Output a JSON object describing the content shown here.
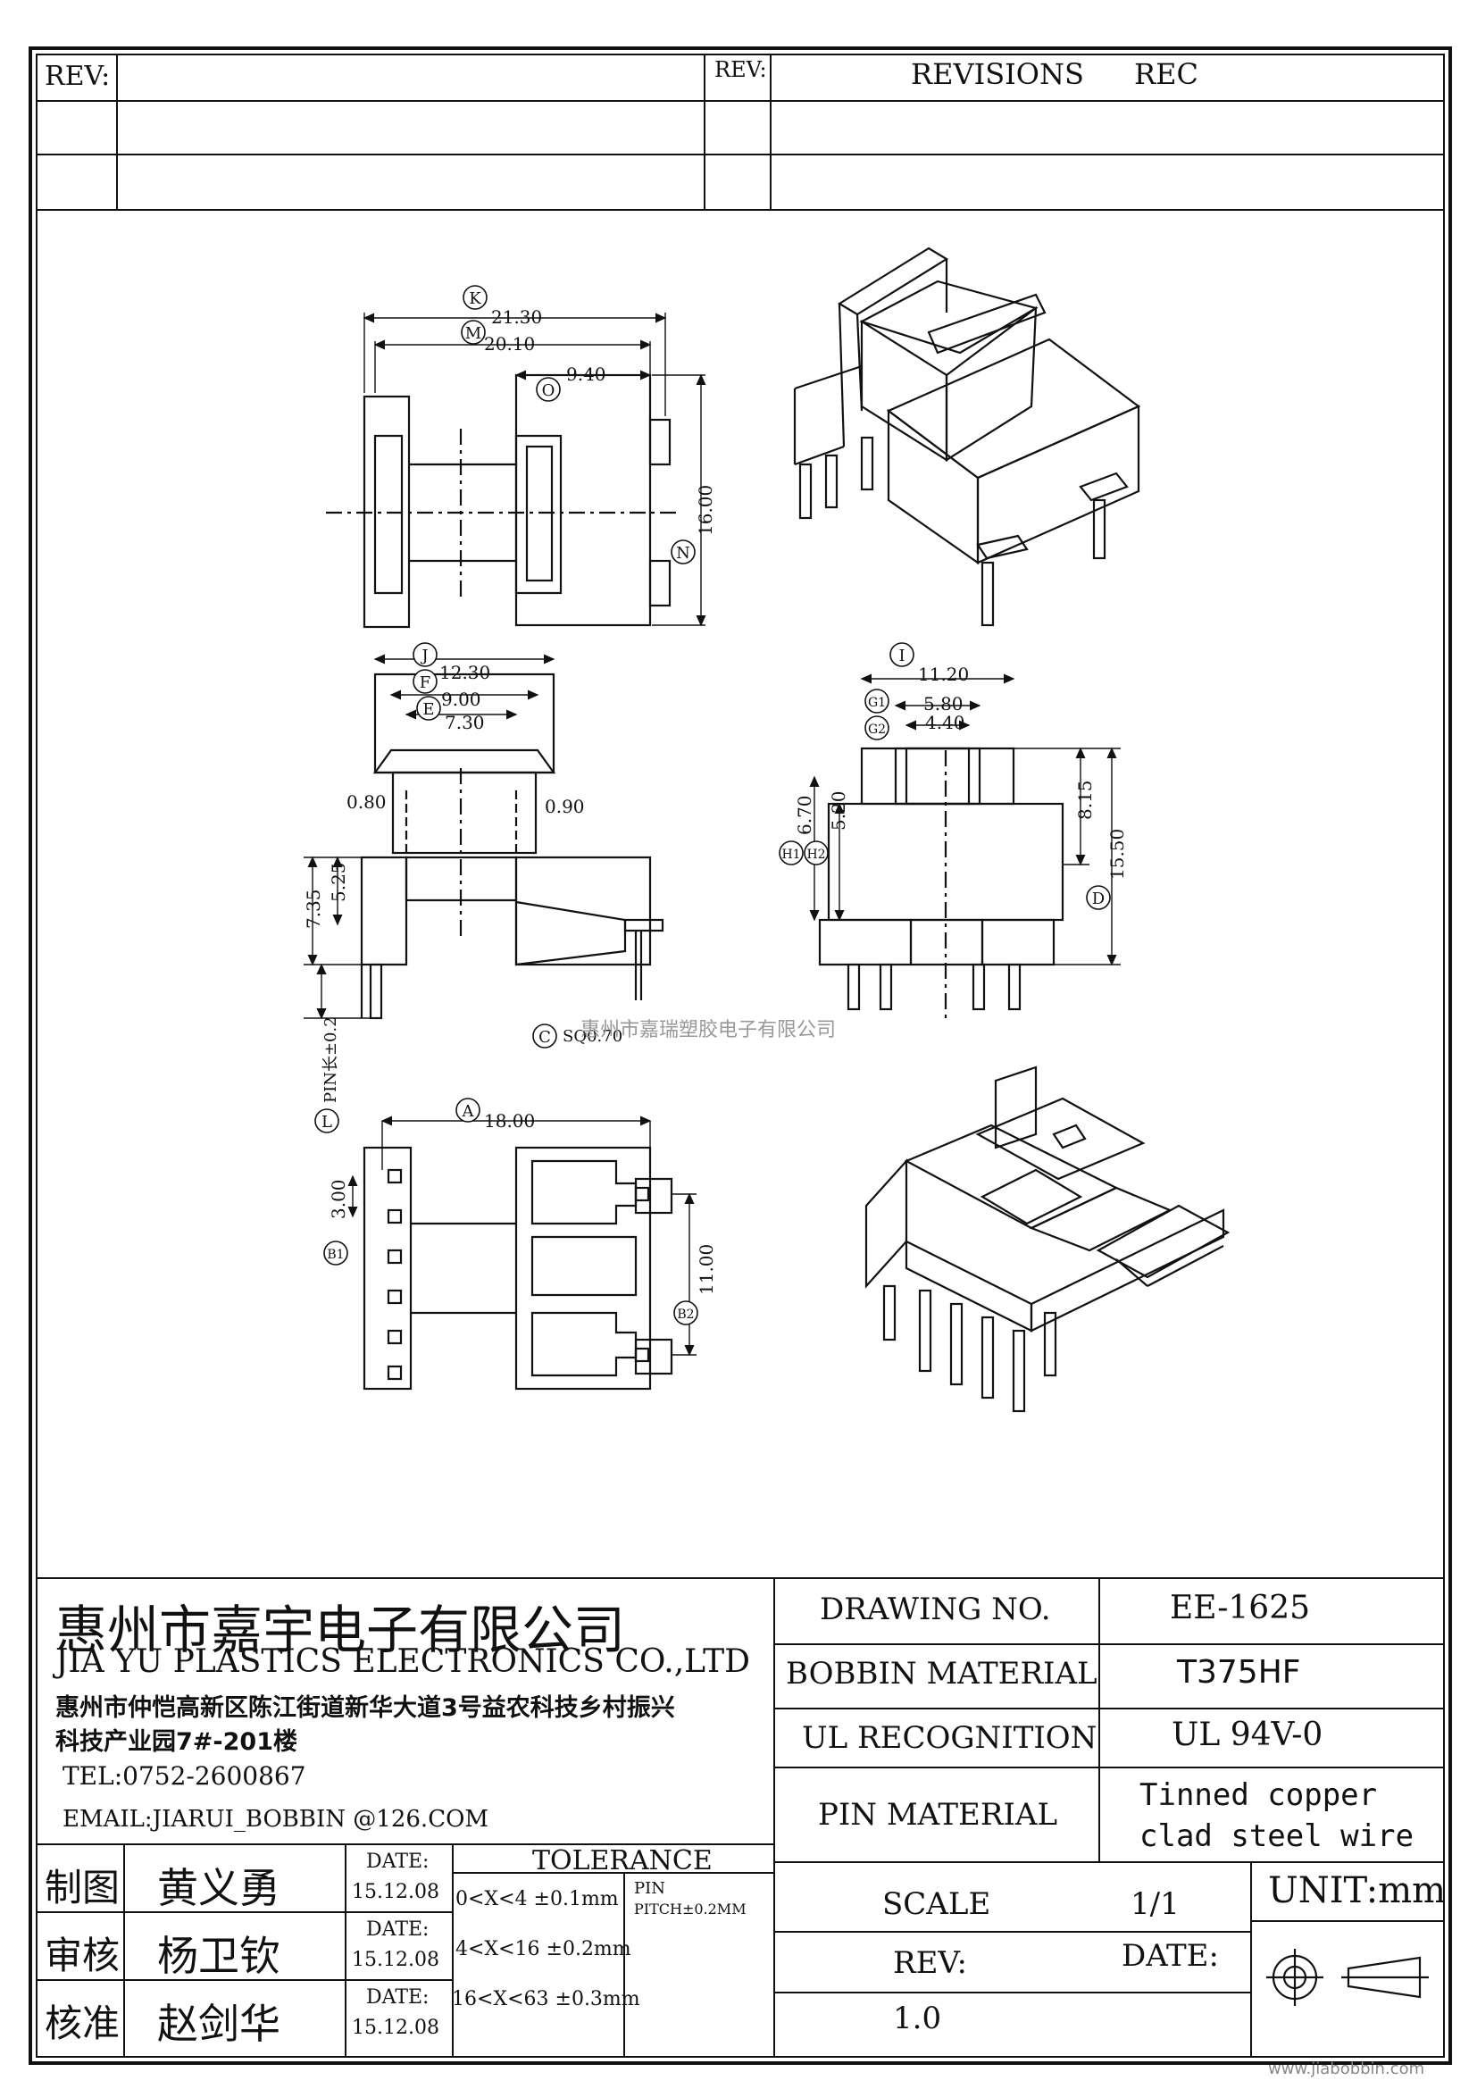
{
  "revision_block": {
    "rev_label_left": "REV:",
    "rev_label_right": "REV:",
    "revisions_header": "REVISIONS",
    "rec_header": "REC"
  },
  "dimensions": {
    "K": {
      "tag": "K",
      "value": "21.30"
    },
    "M": {
      "tag": "M",
      "value": "20.10"
    },
    "O": {
      "tag": "O",
      "value": "9.40"
    },
    "N": {
      "tag": "N",
      "value": "16.00"
    },
    "J": {
      "tag": "J",
      "value": "12.30"
    },
    "F": {
      "tag": "F",
      "value": "9.00"
    },
    "E": {
      "tag": "E",
      "value": "7.30"
    },
    "flange_left": "0.80",
    "flange_right": "0.90",
    "height_left_outer": "7.35",
    "height_left_inner": "5.25",
    "L": {
      "tag": "L",
      "value": "PIN长±0.2"
    },
    "C": {
      "tag": "C",
      "value": "SQ0.70"
    },
    "I": {
      "tag": "I",
      "value": "11.20"
    },
    "G1": {
      "tag": "G1",
      "value": "5.80"
    },
    "G2": {
      "tag": "G2",
      "value": "4.40"
    },
    "H1": {
      "tag": "H1",
      "value": "6.70"
    },
    "H2": {
      "tag": "H2",
      "value": "5.20"
    },
    "height_right_inner": "8.15",
    "D": {
      "tag": "D",
      "value": "15.50"
    },
    "A": {
      "tag": "A",
      "value": "18.00"
    },
    "B1": {
      "tag": "B1",
      "value": "3.00"
    },
    "B2": {
      "tag": "B2",
      "value": "11.00"
    }
  },
  "watermark": "惠州市嘉瑞塑胶电子有限公司",
  "company": {
    "name_cn": "惠州市嘉宇电子有限公司",
    "name_en": "JIA YU PLASTICS ELECTRONICS CO.,LTD",
    "address_line1": "惠州市仲恺高新区陈江街道新华大道3号益农科技乡村振兴",
    "address_line2": "科技产业园7#-201楼",
    "tel": "TEL:0752-2600867",
    "email": "EMAIL:JIARUI_BOBBIN @126.COM"
  },
  "specs": {
    "drawing_no_label": "DRAWING NO.",
    "drawing_no": "EE-1625",
    "bobbin_material_label": "BOBBIN MATERIAL",
    "bobbin_material": "T375HF",
    "ul_label": "UL RECOGNITION",
    "ul_value": "UL 94V-0",
    "pin_material_label": "PIN MATERIAL",
    "pin_material_line1": "Tinned copper",
    "pin_material_line2": "clad steel wire",
    "scale_label": "SCALE",
    "scale_value": "1/1",
    "unit": "UNIT:mm",
    "rev_label": "REV:",
    "rev_value": "1.0",
    "date_label": "DATE:"
  },
  "signoffs": [
    {
      "role": "制图",
      "name": "黄义勇",
      "date_label": "DATE:",
      "date": "15.12.08"
    },
    {
      "role": "审核",
      "name": "杨卫钦",
      "date_label": "DATE:",
      "date": "15.12.08"
    },
    {
      "role": "核准",
      "name": "赵剑华",
      "date_label": "DATE:",
      "date": "15.12.08"
    }
  ],
  "tolerance": {
    "title": "TOLERANCE",
    "rows": [
      "0<X<4 ±0.1mm",
      "4<X<16 ±0.2mm",
      "16<X<63 ±0.3mm"
    ],
    "pin_label": "PIN",
    "pin_pitch": "PITCH±0.2MM"
  },
  "footer_url": "www.jiabobbin.com"
}
